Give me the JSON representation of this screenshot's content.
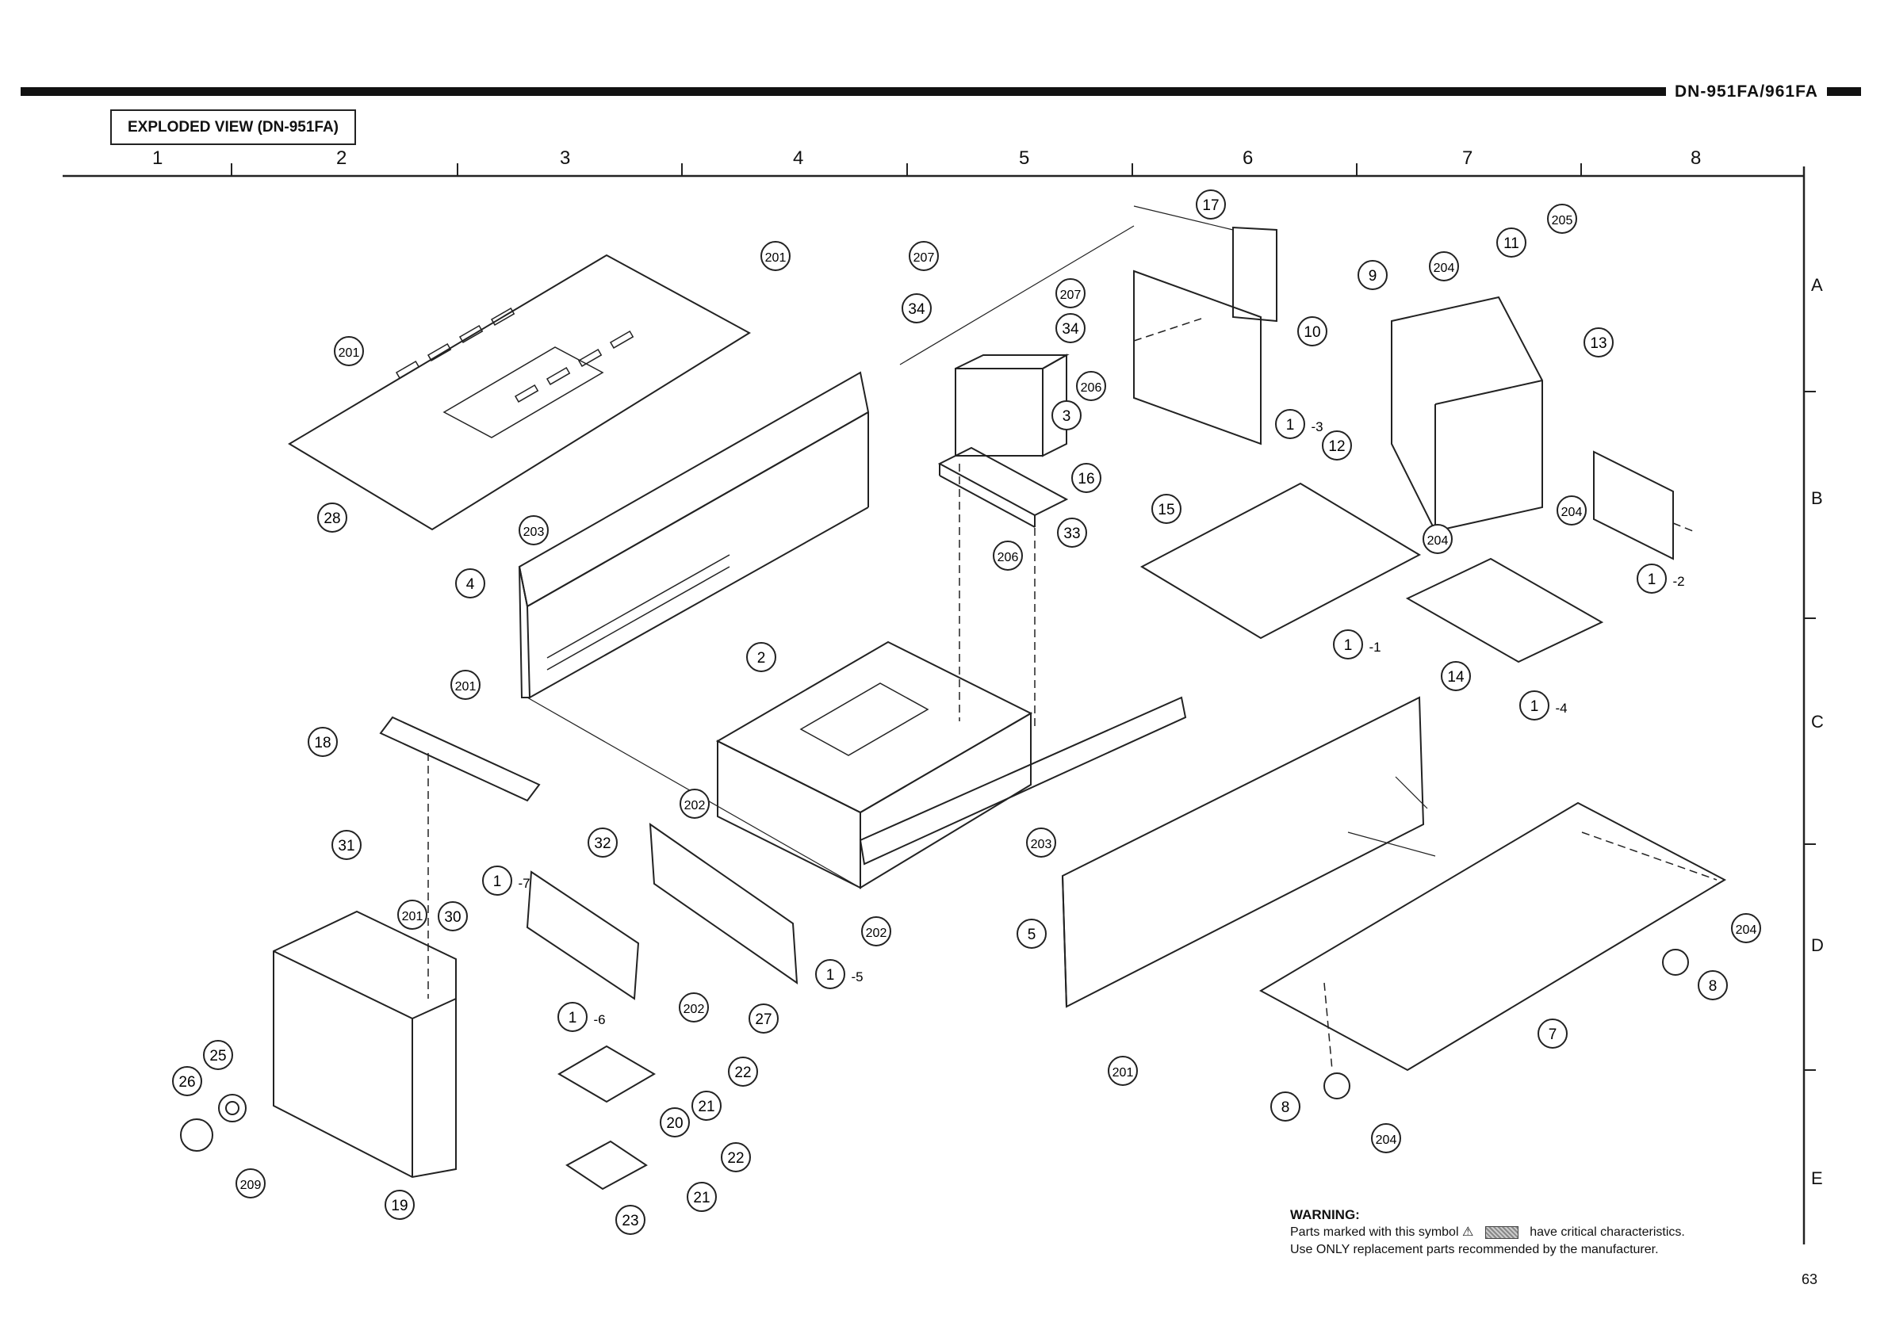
{
  "header": {
    "model": "DN-951FA/961FA",
    "title": "EXPLODED VIEW (DN-951FA)"
  },
  "grid": {
    "columns": [
      "1",
      "2",
      "3",
      "4",
      "5",
      "6",
      "7",
      "8"
    ],
    "rows": [
      "A",
      "B",
      "C",
      "D",
      "E"
    ]
  },
  "callouts": [
    {
      "label": "201"
    },
    {
      "label": "201"
    },
    {
      "label": "28"
    },
    {
      "label": "203"
    },
    {
      "label": "4"
    },
    {
      "label": "201"
    },
    {
      "label": "18"
    },
    {
      "label": "207"
    },
    {
      "label": "34"
    },
    {
      "label": "207"
    },
    {
      "label": "34"
    },
    {
      "label": "3"
    },
    {
      "label": "33"
    },
    {
      "label": "206"
    },
    {
      "label": "2"
    },
    {
      "label": "17"
    },
    {
      "label": "206"
    },
    {
      "label": "16"
    },
    {
      "label": "15"
    },
    {
      "label": "1",
      "suffix": "-3"
    },
    {
      "label": "9"
    },
    {
      "label": "10"
    },
    {
      "label": "11"
    },
    {
      "label": "205"
    },
    {
      "label": "204"
    },
    {
      "label": "13"
    },
    {
      "label": "12"
    },
    {
      "label": "204"
    },
    {
      "label": "204"
    },
    {
      "label": "1",
      "suffix": "-1"
    },
    {
      "label": "14"
    },
    {
      "label": "1",
      "suffix": "-4"
    },
    {
      "label": "1",
      "suffix": "-2"
    },
    {
      "label": "31"
    },
    {
      "label": "32"
    },
    {
      "label": "1",
      "suffix": "-7"
    },
    {
      "label": "201"
    },
    {
      "label": "30"
    },
    {
      "label": "202"
    },
    {
      "label": "202"
    },
    {
      "label": "1",
      "suffix": "-5"
    },
    {
      "label": "202"
    },
    {
      "label": "27"
    },
    {
      "label": "1",
      "suffix": "-6"
    },
    {
      "label": "203"
    },
    {
      "label": "5"
    },
    {
      "label": "201"
    },
    {
      "label": "22"
    },
    {
      "label": "21"
    },
    {
      "label": "20"
    },
    {
      "label": "22"
    },
    {
      "label": "21"
    },
    {
      "label": "23"
    },
    {
      "label": "26"
    },
    {
      "label": "25"
    },
    {
      "label": "209"
    },
    {
      "label": "19"
    },
    {
      "label": "204"
    },
    {
      "label": "8"
    },
    {
      "label": "7"
    },
    {
      "label": "8"
    },
    {
      "label": "204"
    }
  ],
  "warning": {
    "heading": "WARNING:",
    "line1_a": "Parts marked with this symbol",
    "line1_b": "have critical characteristics.",
    "line2": "Use ONLY replacement parts recommended by the manufacturer."
  },
  "page_number": "63"
}
